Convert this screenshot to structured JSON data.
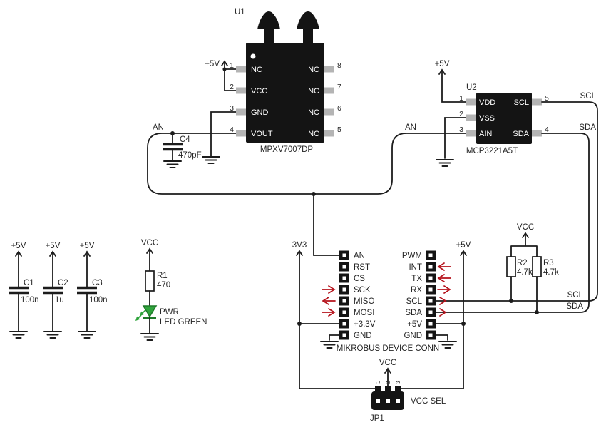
{
  "u1": {
    "ref": "U1",
    "part": "MPXV7007DP",
    "supply": "+5V",
    "left_pins": [
      {
        "num": "1",
        "name": "NC"
      },
      {
        "num": "2",
        "name": "VCC"
      },
      {
        "num": "3",
        "name": "GND"
      },
      {
        "num": "4",
        "name": "VOUT"
      }
    ],
    "right_pins": [
      {
        "num": "8",
        "name": "NC"
      },
      {
        "num": "7",
        "name": "NC"
      },
      {
        "num": "6",
        "name": "NC"
      },
      {
        "num": "5",
        "name": "NC"
      }
    ]
  },
  "u2": {
    "ref": "U2",
    "part": "MCP3221A5T",
    "supply": "+5V",
    "left_pins": [
      {
        "num": "1",
        "name": "VDD"
      },
      {
        "num": "2",
        "name": "VSS"
      },
      {
        "num": "3",
        "name": "AIN"
      }
    ],
    "right_pins": [
      {
        "num": "5",
        "name": "SCL"
      },
      {
        "num": "4",
        "name": "SDA"
      }
    ]
  },
  "nets": {
    "an": "AN",
    "scl": "SCL",
    "sda": "SDA"
  },
  "c4": {
    "ref": "C4",
    "value": "470pF"
  },
  "bypass_caps": [
    {
      "ref": "C1",
      "value": "100n",
      "supply": "+5V"
    },
    {
      "ref": "C2",
      "value": "1u",
      "supply": "+5V"
    },
    {
      "ref": "C3",
      "value": "100n",
      "supply": "+5V"
    }
  ],
  "power_led": {
    "supply": "VCC",
    "res_ref": "R1",
    "res_value": "470",
    "name": "PWR",
    "type": "LED GREEN"
  },
  "pullups": {
    "supply": "VCC",
    "r2_ref": "R2",
    "r2_value": "4.7k",
    "r3_ref": "R3",
    "r3_value": "4.7k"
  },
  "mikrobus": {
    "title": "MIKROBUS DEVICE CONN",
    "left_supply": "3V3",
    "right_supply": "+5V",
    "left_pins": [
      "AN",
      "RST",
      "CS",
      "SCK",
      "MISO",
      "MOSI",
      "+3.3V",
      "GND"
    ],
    "right_pins": [
      "PWM",
      "INT",
      "TX",
      "RX",
      "SCL",
      "SDA",
      "+5V",
      "GND"
    ]
  },
  "jumper": {
    "ref": "JP1",
    "label": "VCC SEL",
    "supply": "VCC",
    "pins": [
      "1",
      "2",
      "3"
    ]
  },
  "colors": {
    "wire": "#1c1c1c",
    "ic_body": "#141414",
    "pin_stub": "#b4b4b4",
    "arrow_red": "#b5121b",
    "led_green": "#2fa43c"
  }
}
